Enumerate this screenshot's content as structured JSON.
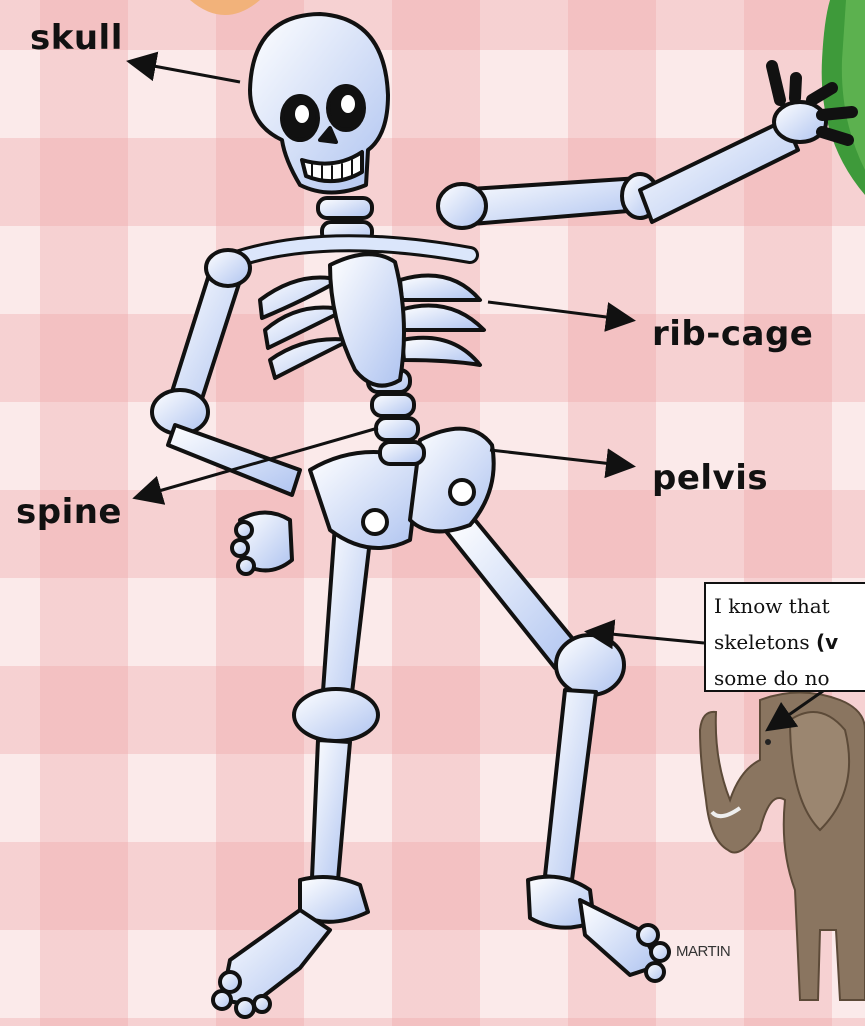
{
  "labels": {
    "skull": "skull",
    "rib_cage": "rib-cage",
    "pelvis": "pelvis",
    "spine": "spine"
  },
  "note": {
    "line1": "I know that",
    "line2_plain": "skeletons ",
    "line2_bold": "(v",
    "line3": "some do no"
  },
  "credit": "MARTIN",
  "colors": {
    "bone_fill": "#dbe6fb",
    "bone_outline": "#111111",
    "check_light": "#fbeaea",
    "check_dark": "#eea8aa",
    "leaf_green": "#3e9a3a",
    "elephant": "#8a7560"
  }
}
